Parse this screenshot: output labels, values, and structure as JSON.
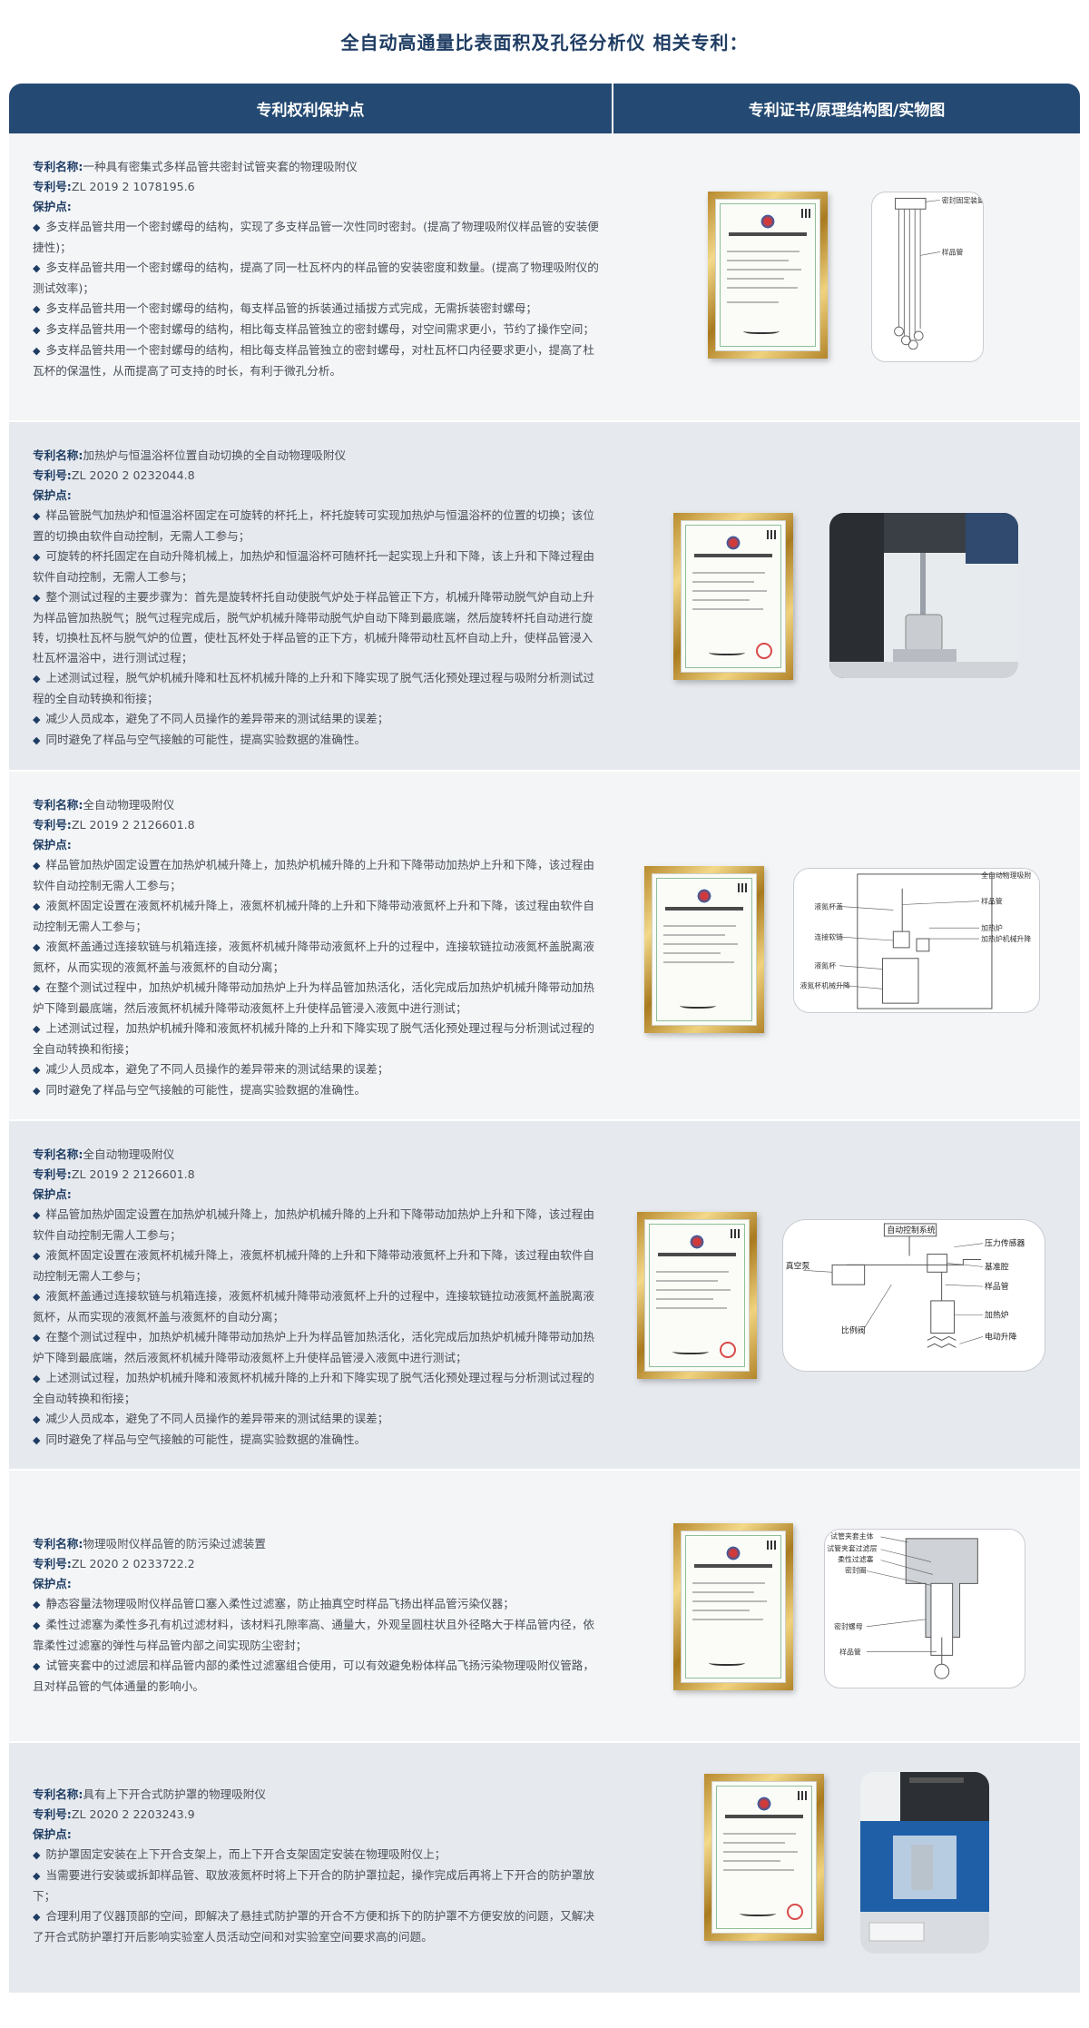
{
  "page_title": "全自动高通量比表面积及孔径分析仪 相关专利：",
  "table": {
    "header_left": "专利权利保护点",
    "header_right": "专利证书/原理结构图/实物图"
  },
  "labels": {
    "name": "专利名称:",
    "number": "专利号:",
    "protection": "保护点:"
  },
  "patents": [
    {
      "name": "一种具有密集式多样品管共密封试管夹套的物理吸附仪",
      "number": "ZL 2019 2 1078195.6",
      "points": [
        "多支样品管共用一个密封螺母的结构，实现了多支样品管一次性同时密封。(提高了物理吸附仪样品管的安装便捷性)；",
        "多支样品管共用一个密封螺母的结构，提高了同一杜瓦杯内的样品管的安装密度和数量。(提高了物理吸附仪的测试效率)；",
        "多支样品管共用一个密封螺母的结构，每支样品管的拆装通过插拔方式完成，无需拆装密封螺母；",
        "多支样品管共用一个密封螺母的结构，相比每支样品管独立的密封螺母，对空间需求更小，节约了操作空间；",
        "多支样品管共用一个密封螺母的结构，相比每支样品管独立的密封螺母，对杜瓦杯口内径要求更小，提高了杜瓦杯的保温性，从而提高了可支持的时长，有利于微孔分析。"
      ],
      "diagram_labels": [
        "密封固定装置",
        "样品管"
      ]
    },
    {
      "name": "加热炉与恒温浴杯位置自动切换的全自动物理吸附仪",
      "number": "ZL 2020 2 0232044.8",
      "points": [
        "样品管脱气加热炉和恒温浴杯固定在可旋转的杯托上，杯托旋转可实现加热炉与恒温浴杯的位置的切换；该位置的切换由软件自动控制，无需人工参与；",
        "可旋转的杯托固定在自动升降机械上，加热炉和恒温浴杯可随杯托一起实现上升和下降，该上升和下降过程由软件自动控制，无需人工参与；",
        "整个测试过程的主要步骤为：首先是旋转杯托自动使脱气炉处于样品管正下方，机械升降带动脱气炉自动上升为样品管加热脱气；脱气过程完成后，脱气炉机械升降带动脱气炉自动下降到最底端，然后旋转杯托自动进行旋转，切换杜瓦杯与脱气炉的位置，使杜瓦杯处于样品管的正下方，机械升降带动杜瓦杯自动上升，使样品管浸入杜瓦杯温浴中，进行测试过程；",
        "上述测试过程，脱气炉机械升降和杜瓦杯机械升降的上升和下降实现了脱气活化预处理过程与吸附分析测试过程的全自动转换和衔接；",
        "减少人员成本，避免了不同人员操作的差异带来的测试结果的误差；",
        "同时避免了样品与空气接触的可能性，提高实验数据的准确性。"
      ]
    },
    {
      "name": "全自动物理吸附仪",
      "number": "ZL 2019 2 2126601.8",
      "points": [
        "样品管加热炉固定设置在加热炉机械升降上，加热炉机械升降的上升和下降带动加热炉上升和下降，该过程由软件自动控制无需人工参与；",
        "液氮杯固定设置在液氮杯机械升降上，液氮杯机械升降的上升和下降带动液氮杯上升和下降，该过程由软件自动控制无需人工参与；",
        "液氮杯盖通过连接软链与机箱连接，液氮杯机械升降带动液氮杯上升的过程中，连接软链拉动液氮杯盖脱离液氮杯，从而实现的液氮杯盖与液氮杯的自动分离；",
        "在整个测试过程中，加热炉机械升降带动加热炉上升为样品管加热活化，活化完成后加热炉机械升降带动加热炉下降到最底端，然后液氮杯机械升降带动液氮杯上升使样品管浸入液氮中进行测试；",
        "上述测试过程，加热炉机械升降和液氮杯机械升降的上升和下降实现了脱气活化预处理过程与分析测试过程的全自动转换和衔接；",
        "减少人员成本，避免了不同人员操作的差异带来的测试结果的误差；",
        "同时避免了样品与空气接触的可能性，提高实验数据的准确性。"
      ],
      "diagram_labels": [
        "全自动物理吸附",
        "样品管",
        "液氮杯盖",
        "连接软链",
        "加热炉",
        "加热炉机械升降",
        "液氮杯",
        "液氮杯机械升降"
      ]
    },
    {
      "name": "全自动物理吸附仪",
      "number": "ZL 2019 2 2126601.8",
      "points": [
        "样品管加热炉固定设置在加热炉机械升降上，加热炉机械升降的上升和下降带动加热炉上升和下降，该过程由软件自动控制无需人工参与；",
        "液氮杯固定设置在液氮杯机械升降上，液氮杯机械升降的上升和下降带动液氮杯上升和下降，该过程由软件自动控制无需人工参与；",
        "液氮杯盖通过连接软链与机箱连接，液氮杯机械升降带动液氮杯上升的过程中，连接软链拉动液氮杯盖脱离液氮杯，从而实现的液氮杯盖与液氮杯的自动分离；",
        "在整个测试过程中，加热炉机械升降带动加热炉上升为样品管加热活化，活化完成后加热炉机械升降带动加热炉下降到最底端，然后液氮杯机械升降带动液氮杯上升使样品管浸入液氮中进行测试；",
        "上述测试过程，加热炉机械升降和液氮杯机械升降的上升和下降实现了脱气活化预处理过程与分析测试过程的全自动转换和衔接；",
        "减少人员成本，避免了不同人员操作的差异带来的测试结果的误差；",
        "同时避免了样品与空气接触的可能性，提高实验数据的准确性。"
      ],
      "diagram_labels": [
        "自动控制系统",
        "压力传感器",
        "真空泵",
        "基准腔",
        "样品管",
        "加热炉",
        "比例阀",
        "电动升降"
      ]
    },
    {
      "name": "物理吸附仪样品管的防污染过滤装置",
      "number": "ZL 2020 2 0233722.2",
      "points": [
        "静态容量法物理吸附仪样品管口塞入柔性过滤塞，防止抽真空时样品飞扬出样品管污染仪器；",
        "柔性过滤塞为柔性多孔有机过滤材料，该材料孔隙率高、通量大，外观呈圆柱状且外径略大于样品管内径，依靠柔性过滤塞的弹性与样品管内部之间实现防尘密封；",
        "试管夹套中的过滤层和样品管内部的柔性过滤塞组合使用，可以有效避免粉体样品飞扬污染物理吸附仪管路，且对样品管的气体通量的影响小。"
      ],
      "diagram_labels": [
        "试管夹套主体",
        "试管夹套过滤层",
        "柔性过滤塞",
        "密封圈",
        "密封螺母",
        "样品管"
      ]
    },
    {
      "name": "具有上下开合式防护罩的物理吸附仪",
      "number": "ZL 2020 2 2203243.9",
      "points": [
        "防护罩固定安装在上下开合支架上，而上下开合支架固定安装在物理吸附仪上；",
        "当需要进行安装或拆卸样品管、取放液氮杯时将上下开合的防护罩拉起，操作完成后再将上下开合的防护罩放下；",
        "合理利用了仪器顶部的空间，即解决了悬挂式防护罩的开合不方便和拆下的防护罩不方便安放的问题，又解决了开合式防护罩打开后影响实验室人员活动空间和对实验室空间要求高的问题。"
      ]
    }
  ]
}
